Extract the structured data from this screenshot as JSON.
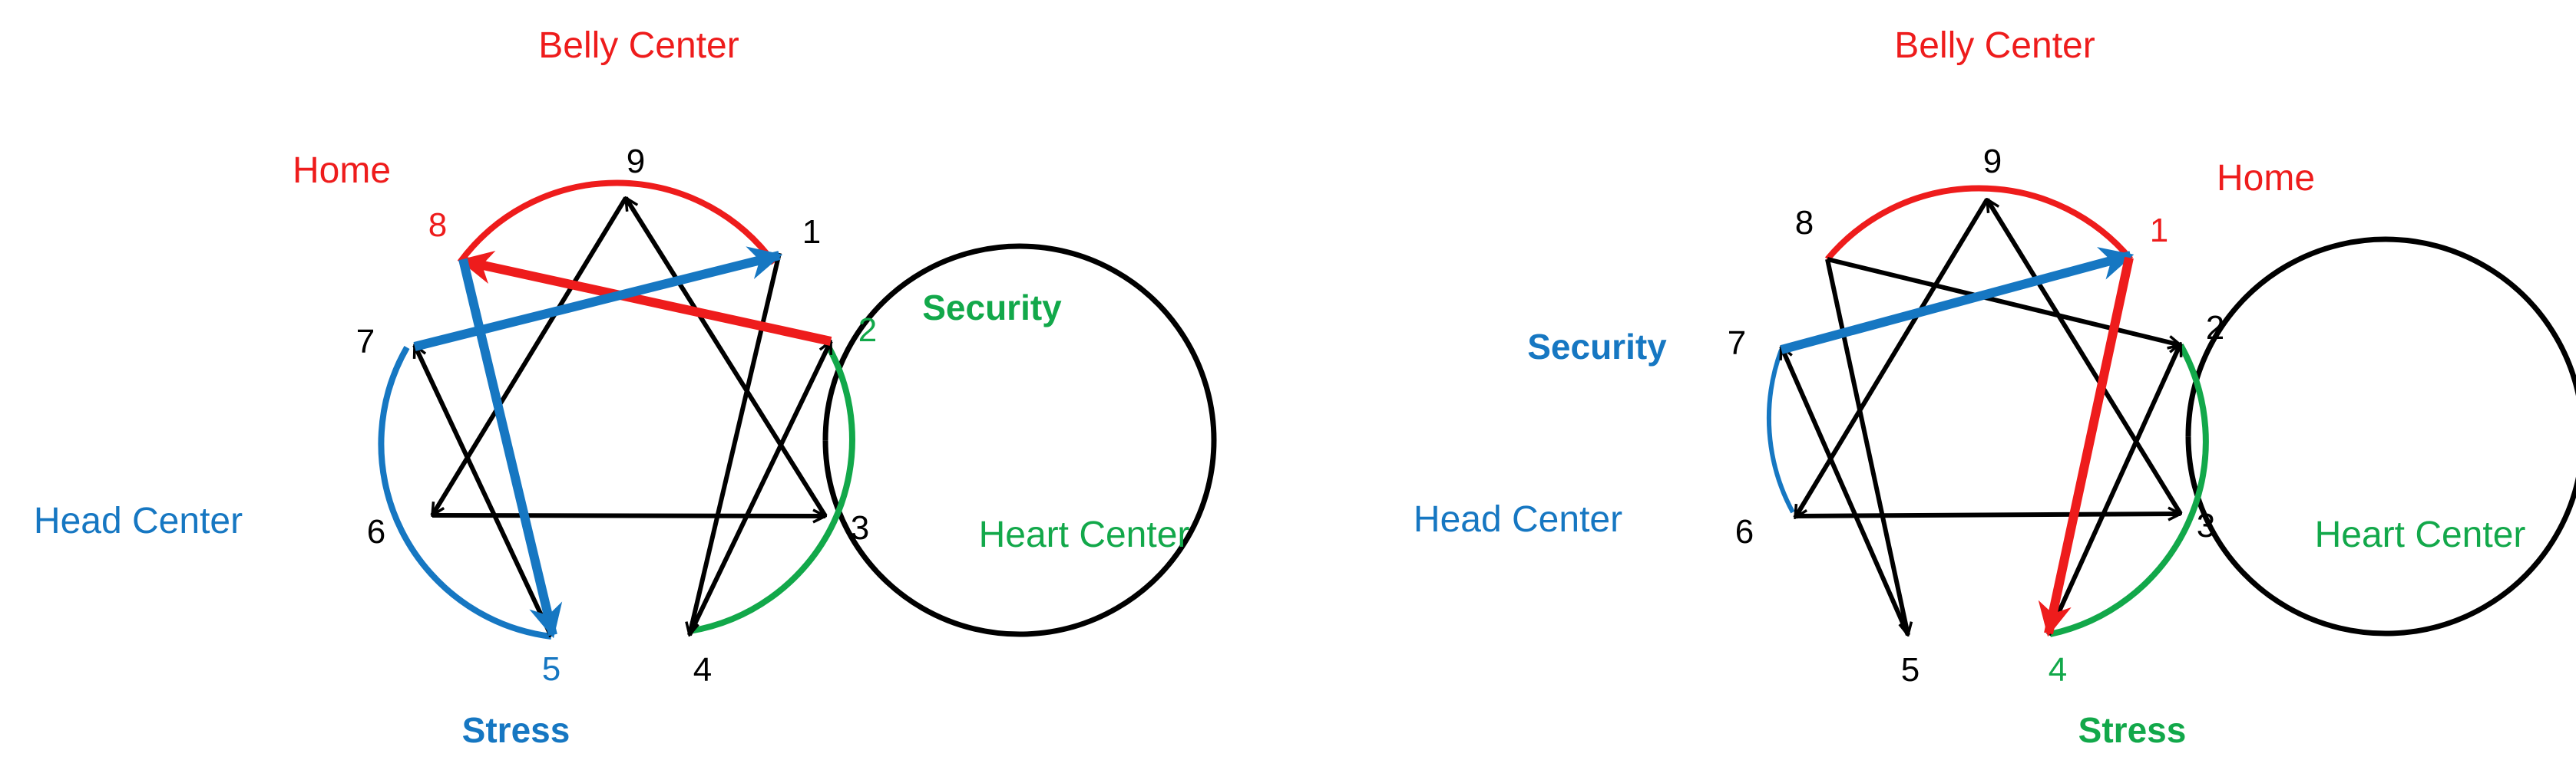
{
  "colors": {
    "belly": "#ee1c1c",
    "heart": "#12a84a",
    "head": "#1677c2",
    "line": "#000000"
  },
  "diagrams": [
    {
      "labels": {
        "belly_center": "Belly Center",
        "heart_center": "Heart Center",
        "head_center": "Head Center",
        "home": "Home",
        "security": "Security",
        "stress": "Stress"
      },
      "numbers": {
        "n9": "9",
        "n1": "1",
        "n2": "2",
        "n3": "3",
        "n4": "4",
        "n5": "5",
        "n6": "6",
        "n7": "7",
        "n8": "8"
      }
    },
    {
      "labels": {
        "belly_center": "Belly Center",
        "heart_center": "Heart Center",
        "head_center": "Head Center",
        "home": "Home",
        "security": "Security",
        "stress": "Stress"
      },
      "numbers": {
        "n9": "9",
        "n1": "1",
        "n2": "2",
        "n3": "3",
        "n4": "4",
        "n5": "5",
        "n6": "6",
        "n7": "7",
        "n8": "8"
      }
    }
  ]
}
